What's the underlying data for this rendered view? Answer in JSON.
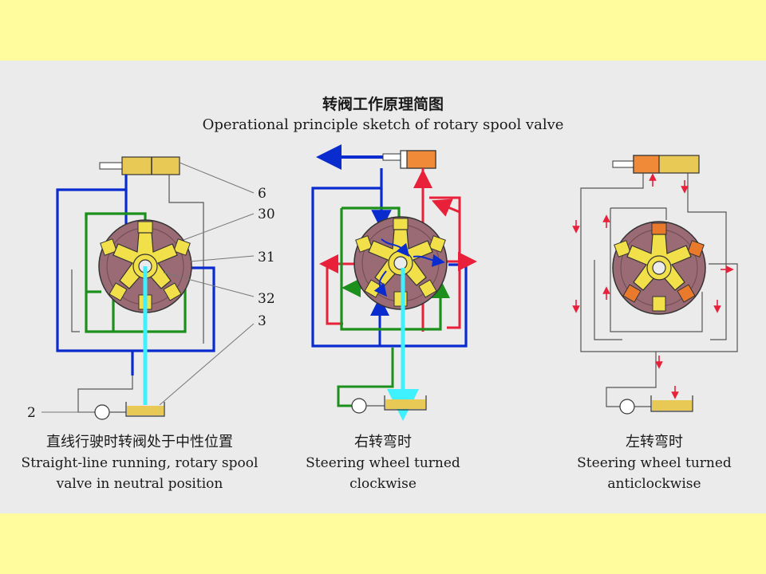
{
  "title": {
    "chinese": "转阀工作原理简图",
    "english": "Operational principle sketch of rotary spool valve"
  },
  "callouts": [
    "6",
    "30",
    "31",
    "32",
    "3",
    "2"
  ],
  "captions": {
    "left": {
      "chinese": "直线行驶时转阀处于中性位置",
      "english_line1": "Straight-line running, rotary spool",
      "english_line2": "valve in neutral position"
    },
    "middle": {
      "chinese": "右转弯时",
      "english_line1": "Steering wheel turned",
      "english_line2": "clockwise"
    },
    "right": {
      "chinese": "左转弯时",
      "english_line1": "Steering wheel turned",
      "english_line2": "anticlockwise"
    }
  },
  "colors": {
    "background_band": "#fffc9e",
    "panel": "#ebebeb",
    "pressure_line": "#0a2ccf",
    "return_line": "#1d8f1d",
    "high_pressure": "#e8203a",
    "oil_flow": "#3ff0ff",
    "rotor_body": "#9a6b74",
    "valve_core": "#f2e04a",
    "pressure_chamber": "#e97a2c",
    "cylinder": "#e9c956",
    "cylinder_active": "#f08a38",
    "thin_line": "#555555"
  }
}
